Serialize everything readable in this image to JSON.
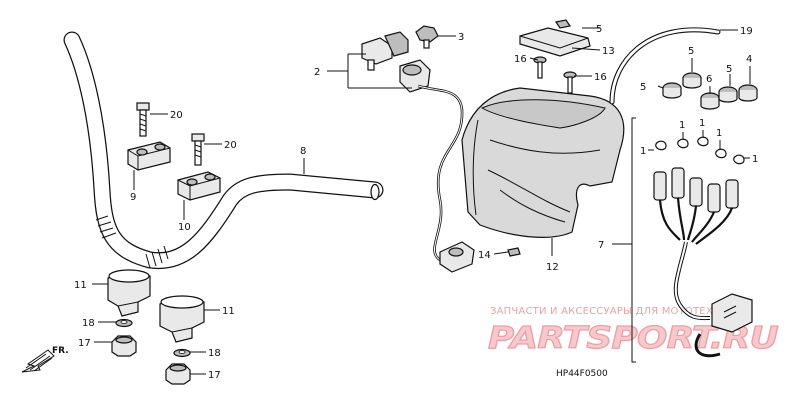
{
  "diagram_code": "HP44F0500",
  "watermark": {
    "text": "ЗАПЧАСТИ И АКСЕССУАРЫ ДЛЯ МОТОТЕХНИКИ",
    "logo": "PARTSPORT.RU"
  },
  "direction_indicator": "FR.",
  "callouts": {
    "c1a": "1",
    "c1b": "1",
    "c1c": "1",
    "c1d": "1",
    "c1e": "1",
    "c2": "2",
    "c3": "3",
    "c4": "4",
    "c5a": "5",
    "c5b": "5",
    "c5c": "5",
    "c5d": "5",
    "c6": "6",
    "c7": "7",
    "c8": "8",
    "c9": "9",
    "c10": "10",
    "c11a": "11",
    "c11b": "11",
    "c12": "12",
    "c13": "13",
    "c14": "14",
    "c16a": "16",
    "c16b": "16",
    "c17a": "17",
    "c17b": "17",
    "c18a": "18",
    "c18b": "18",
    "c19": "19",
    "c20a": "20",
    "c20b": "20"
  }
}
